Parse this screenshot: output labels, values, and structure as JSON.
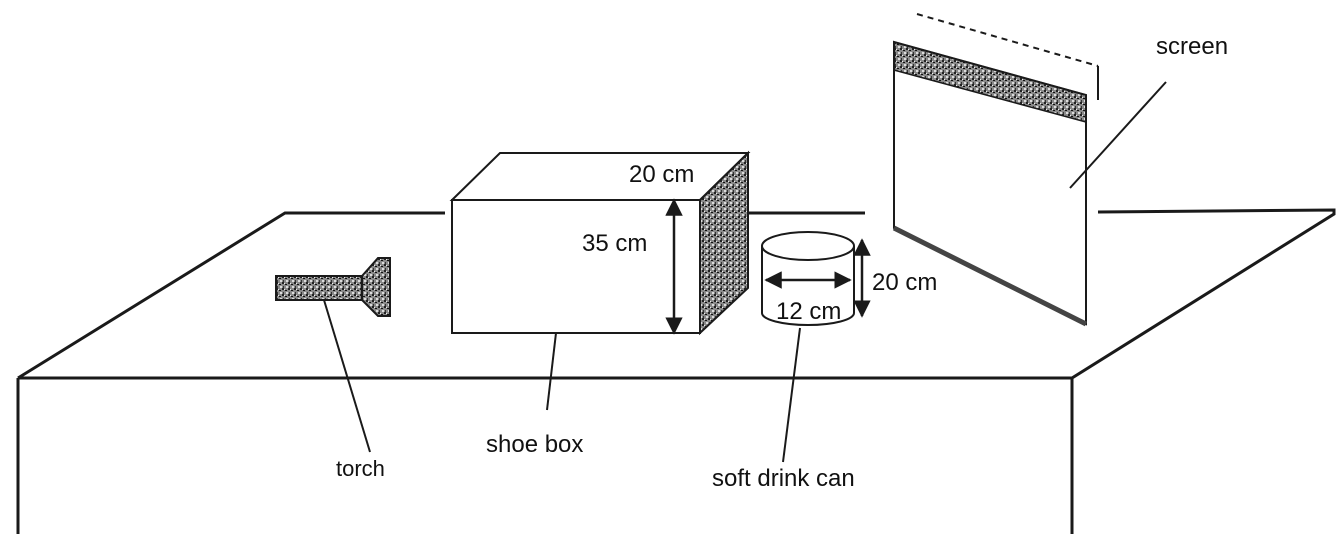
{
  "labels": {
    "screen": "screen",
    "torch": "torch",
    "shoe_box": "shoe box",
    "soft_drink_can": "soft drink can"
  },
  "dimensions": {
    "box_depth": "20 cm",
    "box_height": "35 cm",
    "can_height": "20 cm",
    "can_diameter": "12 cm"
  },
  "colors": {
    "ink": "#1a1a1a",
    "background": "#ffffff",
    "speckle": "#555555"
  }
}
